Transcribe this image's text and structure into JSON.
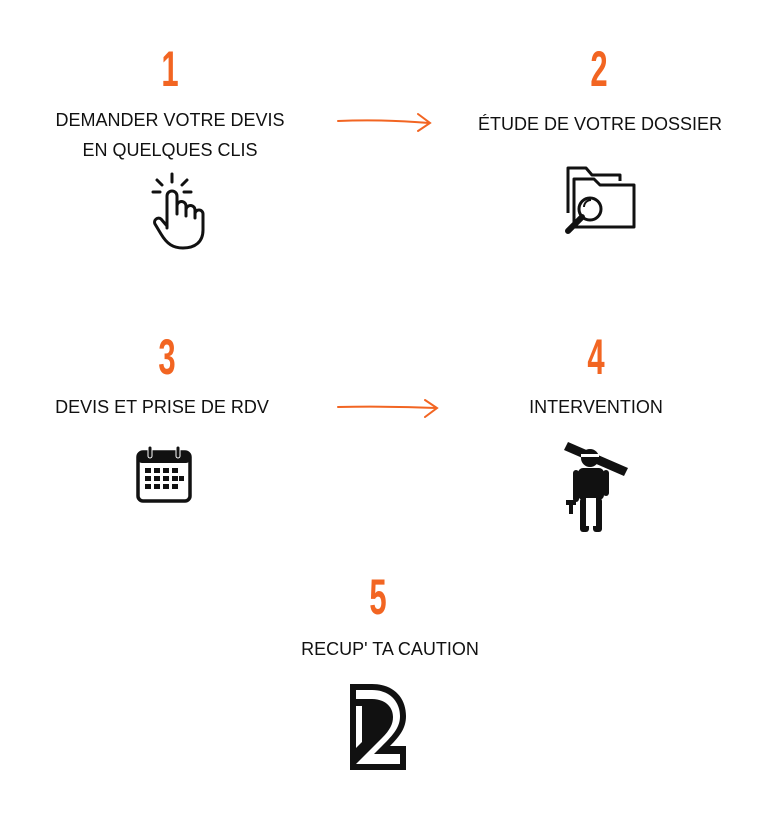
{
  "accent_color": "#f26522",
  "steps": [
    {
      "number": "1",
      "lines": [
        "DEMANDER VOTRE DEVIS",
        "EN QUELQUES CLIS"
      ],
      "icon": "hand-click-icon"
    },
    {
      "number": "2",
      "lines": [
        "ÉTUDE DE VOTRE DOSSIER"
      ],
      "icon": "folder-search-icon"
    },
    {
      "number": "3",
      "lines": [
        "DEVIS ET PRISE DE RDV"
      ],
      "icon": "calendar-icon"
    },
    {
      "number": "4",
      "lines": [
        "INTERVENTION"
      ],
      "icon": "worker-icon"
    },
    {
      "number": "5",
      "lines": [
        "RECUP' TA CAUTION"
      ],
      "icon": "logo-icon"
    }
  ]
}
